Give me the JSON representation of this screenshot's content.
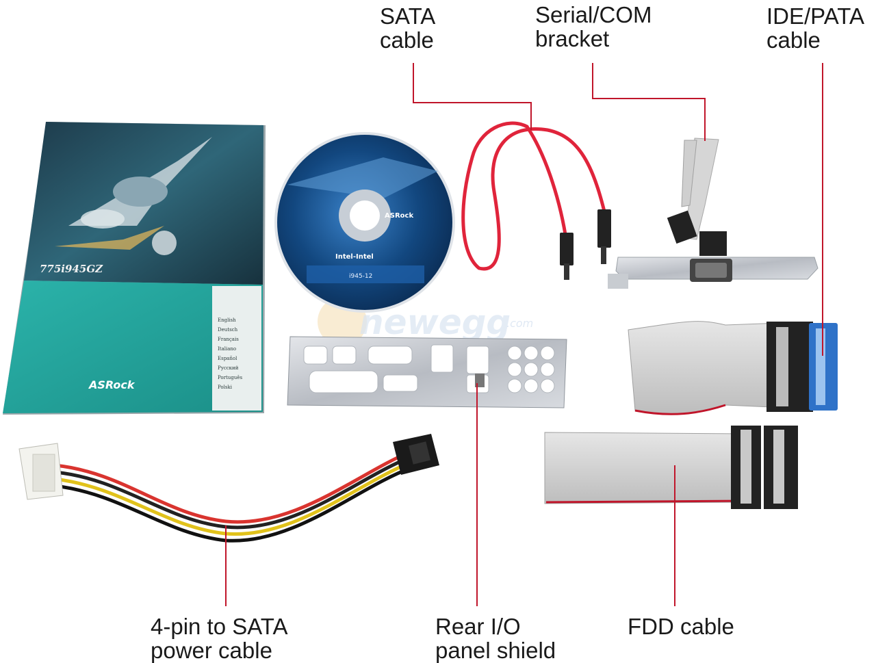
{
  "callouts": {
    "sata_cable": [
      "SATA",
      "cable"
    ],
    "serial_com_bracket": [
      "Serial/COM",
      "bracket"
    ],
    "ide_pata_cable": [
      "IDE/PATA",
      "cable"
    ],
    "power_cable": [
      "4-pin to SATA",
      "power cable"
    ],
    "rear_io_shield": [
      "Rear I/O",
      "panel shield"
    ],
    "fdd_cable": [
      "FDD cable"
    ]
  },
  "manual": {
    "model": "775i945GZ",
    "brand": "ASRock",
    "languages": [
      "English",
      "Deutsch",
      "Français",
      "Italiano",
      "Español",
      "Русский",
      "Português",
      "Polski"
    ]
  },
  "cd": {
    "brand_label": "Intel-Intel",
    "model_label": "i945-12",
    "logo_text": "ASRock"
  },
  "watermark": {
    "text": "newegg",
    "suffix": ".com"
  },
  "colors": {
    "callout_line": "#c0152a",
    "sata_red": "#e0243b",
    "ribbon_grey": "#d2d2d2",
    "ide_blue": "#2f72c8",
    "manual_teal": "#25a9a0"
  }
}
